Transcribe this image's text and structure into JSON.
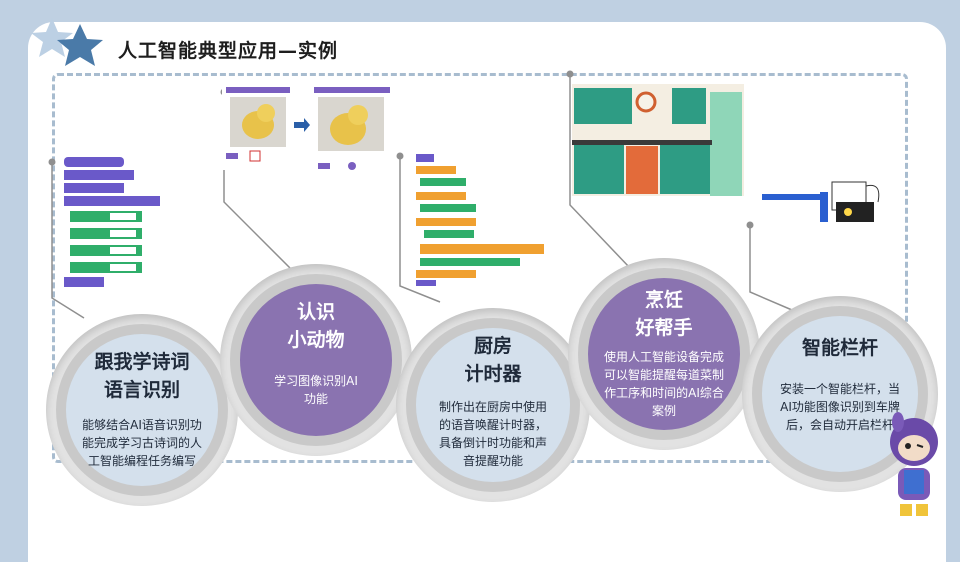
{
  "page": {
    "title": "人工智能典型应用—实例"
  },
  "colors": {
    "accent_purple": "#8a73b0",
    "light_blue": "#d4e0ec",
    "ring_gray": "#c9c9c9",
    "background": "#bfd0e2"
  },
  "cases": [
    {
      "title_line1": "跟我学诗词",
      "title_line2": "语言识别",
      "desc": "能够结合AI语音识别功能完成学习古诗词的人工智能编程任务编写"
    },
    {
      "title_line1": "认识",
      "title_line2": "小动物",
      "desc": "学习图像识别AI功能"
    },
    {
      "title_line1": "厨房",
      "title_line2": "计时器",
      "desc": "制作出在厨房中使用的语音唤醒计时器，具备倒计时功能和声音提醒功能"
    },
    {
      "title_line1": "烹饪",
      "title_line2": "好帮手",
      "desc": "使用人工智能设备完成可以智能提醒每道菜制作工序和时间的AI综合案例"
    },
    {
      "title_line1": "智能栏杆",
      "title_line2": "",
      "desc": "安装一个智能栏杆，当AI功能图像识别到车牌后，会自动开启栏杆"
    }
  ],
  "icons": [
    "star-icon",
    "chick-photo-icon",
    "kitchen-illustration-icon",
    "barrier-model-icon",
    "mascot-icon",
    "code-blocks-icon"
  ]
}
